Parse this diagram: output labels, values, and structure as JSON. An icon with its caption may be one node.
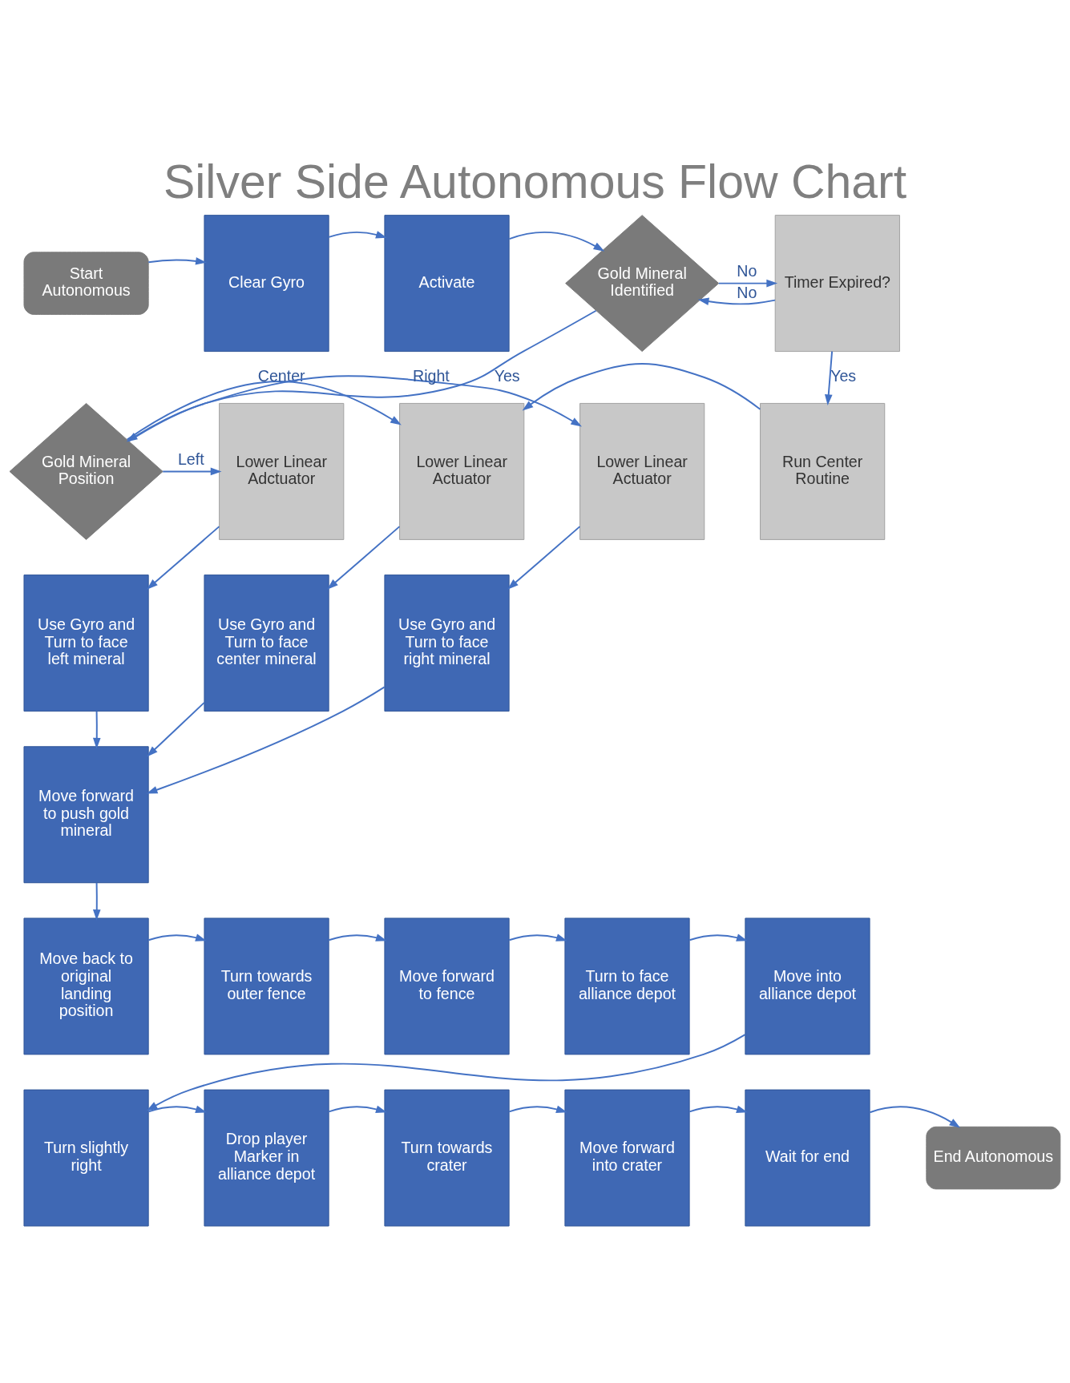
{
  "diagram": {
    "title": "Silver Side Autonomous Flow Chart",
    "nodes": [
      {
        "text": [
          "Start Autonomous"
        ]
      },
      {
        "text": [
          "Clear Gyro"
        ]
      },
      {
        "text": [
          "Activate"
        ]
      },
      {
        "text": [
          "Gold Mineral Identified"
        ]
      },
      {
        "text": [
          "Timer Expired?"
        ]
      },
      {
        "text": [
          "Gold Mineral Position"
        ]
      },
      {
        "text": [
          "Lower Linear Adctuator"
        ]
      },
      {
        "text": [
          "Lower Linear Actuator"
        ]
      },
      {
        "text": [
          "Lower Linear Actuator"
        ]
      },
      {
        "text": [
          "Run Center Routine"
        ]
      },
      {
        "text": [
          "Use Gyro and Turn to face left mineral"
        ]
      },
      {
        "text": [
          "Use Gyro and Turn to face center mineral"
        ]
      },
      {
        "text": [
          "Use Gyro and Turn to face right mineral"
        ]
      },
      {
        "text": [
          "Move forward to push gold mineral"
        ]
      },
      {
        "text": [
          "Move back to original landing position"
        ]
      },
      {
        "text": [
          "Turn towards outer fence"
        ]
      },
      {
        "text": [
          "Move forward to fence"
        ]
      },
      {
        "text": [
          "Turn to face alliance depot"
        ]
      },
      {
        "text": [
          "Move into alliance depot"
        ]
      },
      {
        "text": [
          "Turn slightly right"
        ]
      },
      {
        "text": [
          "Drop player Marker in alliance depot"
        ]
      },
      {
        "text": [
          "Turn towards crater"
        ]
      },
      {
        "text": [
          "Move forward into crater"
        ]
      },
      {
        "text": [
          "Wait for end"
        ]
      },
      {
        "text": [
          "End Autonomous"
        ]
      }
    ],
    "edges": [
      {
        "from": 0,
        "to": 1,
        "arrow": "to"
      },
      {
        "from": 1,
        "to": 2,
        "arrow": "to"
      },
      {
        "from": 2,
        "to": 3,
        "arrow": "to"
      },
      {
        "from": 3,
        "to": 4,
        "arrow": "to",
        "label": "No"
      },
      {
        "from": 4,
        "to": 3,
        "arrow": "to",
        "label": "No"
      },
      {
        "from": 3,
        "to": 5,
        "arrow": "to",
        "label": "Yes"
      },
      {
        "from": 4,
        "to": 9,
        "arrow": "to",
        "label": "Yes"
      },
      {
        "from": 5,
        "to": 6,
        "arrow": "to",
        "label": "Left"
      },
      {
        "from": 5,
        "to": 7,
        "arrow": "to",
        "label": "Center"
      },
      {
        "from": 5,
        "to": 8,
        "arrow": "to",
        "label": "Right"
      },
      {
        "from": 9,
        "to": 7,
        "arrow": "to"
      },
      {
        "from": 6,
        "to": 10,
        "arrow": "to"
      },
      {
        "from": 7,
        "to": 11,
        "arrow": "to"
      },
      {
        "from": 8,
        "to": 12,
        "arrow": "to"
      },
      {
        "from": 10,
        "to": 13,
        "arrow": "to"
      },
      {
        "from": 11,
        "to": 13,
        "arrow": "to"
      },
      {
        "from": 12,
        "to": 13,
        "arrow": "to"
      },
      {
        "from": 13,
        "to": 14,
        "arrow": "to"
      },
      {
        "from": 14,
        "to": 15,
        "arrow": "to"
      },
      {
        "from": 15,
        "to": 16,
        "arrow": "to"
      },
      {
        "from": 16,
        "to": 17,
        "arrow": "to"
      },
      {
        "from": 17,
        "to": 18,
        "arrow": "to"
      },
      {
        "from": 18,
        "to": 19,
        "arrow": "to"
      },
      {
        "from": 19,
        "to": 20,
        "arrow": "to"
      },
      {
        "from": 20,
        "to": 21,
        "arrow": "to"
      },
      {
        "from": 21,
        "to": 22,
        "arrow": "to"
      },
      {
        "from": 22,
        "to": 23,
        "arrow": "to"
      },
      {
        "from": 23,
        "to": 24,
        "arrow": "to"
      }
    ]
  }
}
